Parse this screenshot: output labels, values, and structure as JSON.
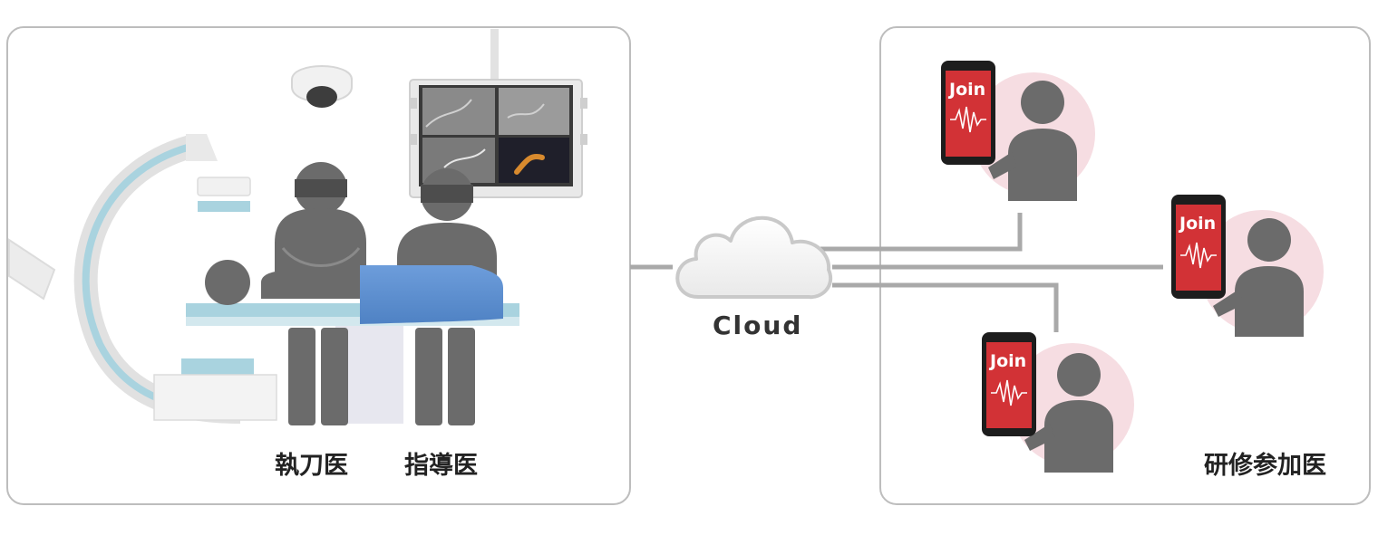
{
  "cloud": {
    "label": "Cloud"
  },
  "operating_room": {
    "surgeon_label": "執刀医",
    "supervisor_label": "指導医"
  },
  "remote": {
    "participants_label": "研修参加医",
    "phone_text": "Join"
  },
  "colors": {
    "figure_gray": "#6b6b6b",
    "panel_border": "#bdbdbd",
    "drape_blue": "#5b8fcf",
    "phone_red": "#d23236",
    "participant_circle": "#f6dde2",
    "cable_gray": "#a9a9a9"
  }
}
